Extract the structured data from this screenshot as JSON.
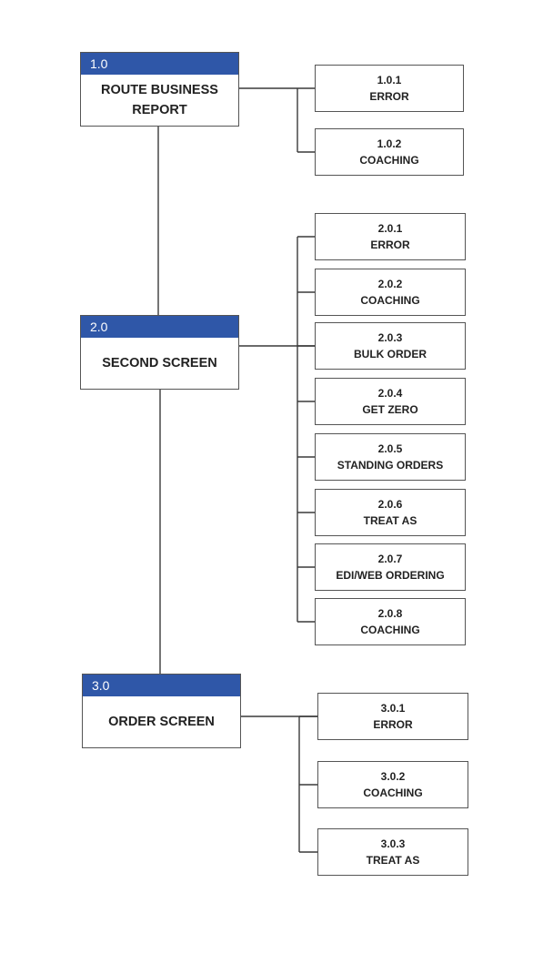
{
  "diagram": {
    "sections": [
      {
        "number": "1.0",
        "title_lines": [
          "ROUTE BUSINESS",
          "REPORT"
        ],
        "children": [
          {
            "number": "1.0.1",
            "title": "ERROR"
          },
          {
            "number": "1.0.2",
            "title": "COACHING"
          }
        ]
      },
      {
        "number": "2.0",
        "title_lines": [
          "SECOND SCREEN"
        ],
        "children": [
          {
            "number": "2.0.1",
            "title": "ERROR"
          },
          {
            "number": "2.0.2",
            "title": "COACHING"
          },
          {
            "number": "2.0.3",
            "title": "BULK ORDER"
          },
          {
            "number": "2.0.4",
            "title": "GET ZERO"
          },
          {
            "number": "2.0.5",
            "title": "STANDING ORDERS"
          },
          {
            "number": "2.0.6",
            "title": "TREAT AS"
          },
          {
            "number": "2.0.7",
            "title": "EDI/WEB ORDERING"
          },
          {
            "number": "2.0.8",
            "title": "COACHING"
          }
        ]
      },
      {
        "number": "3.0",
        "title_lines": [
          "ORDER SCREEN"
        ],
        "children": [
          {
            "number": "3.0.1",
            "title": "ERROR"
          },
          {
            "number": "3.0.2",
            "title": "COACHING"
          },
          {
            "number": "3.0.3",
            "title": "TREAT AS"
          }
        ]
      }
    ],
    "colors": {
      "header_fill": "#2f57a8",
      "header_text": "#ffffff",
      "line": "#3a3a3a"
    }
  }
}
